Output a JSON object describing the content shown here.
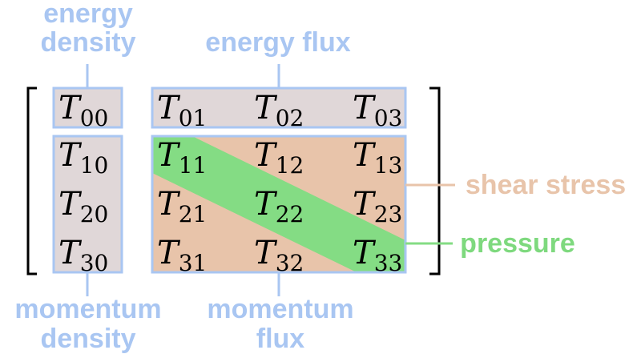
{
  "colors": {
    "blue": "#a9c6f2",
    "box_fill": "#e0d7d8",
    "shear": "#e8c4aa",
    "shear_text": "#e8c4aa",
    "pressure": "#84dc84",
    "pressure_text": "#7ed97e",
    "bracket": "#000000",
    "text": "#000000"
  },
  "labels": {
    "energy_density": [
      "energy",
      "density"
    ],
    "energy_flux": "energy flux",
    "shear_stress": "shear stress",
    "pressure": "pressure",
    "momentum_density": [
      "momentum",
      "density"
    ],
    "momentum_flux": [
      "momentum",
      "flux"
    ]
  },
  "tensor": {
    "symbol": "T",
    "rows": [
      [
        "00",
        "01",
        "02",
        "03"
      ],
      [
        "10",
        "11",
        "12",
        "13"
      ],
      [
        "20",
        "21",
        "22",
        "23"
      ],
      [
        "30",
        "31",
        "32",
        "33"
      ]
    ]
  }
}
